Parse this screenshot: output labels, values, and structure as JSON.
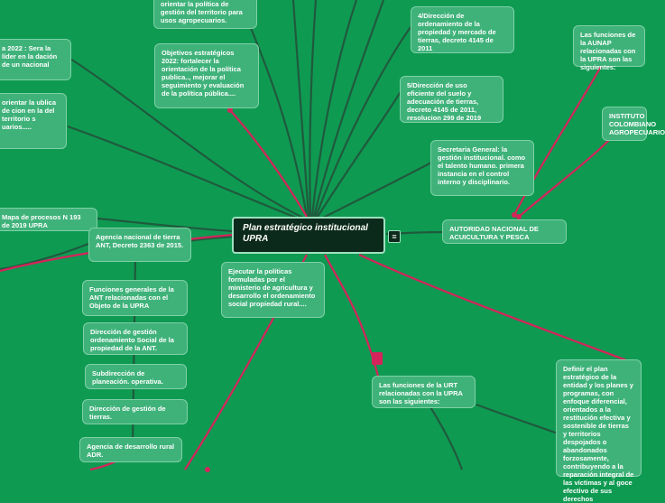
{
  "central": {
    "title": "Plan estratégico institucional UPRA"
  },
  "nodes": {
    "orientar_politica": "orientar la política de gestión del territorio para usos agropecuarios.",
    "objetivos_2022": "Objetivos estratégicos 2022: fortalecer la orientación de la política publica.., mejorar el seguimiento y evaluación de la política pública....",
    "dir4": "4/Dirección de ordenamiento de la propiedad y mercado de tierras, decreto 4145 de 2011",
    "dir5": "5/Dirección de uso eficiente del suelo y adecuación de tierras, decreto 4145 de 2011, resolucion 299 de 2019",
    "aunap_funciones": "Las funciones de la AUNAP relacionadas con la UPRA son las siguientes:",
    "instituto": "INSTITUTO COLOMBIANO AGROPECUARIO",
    "secretaria": "Secretaria General: la gestión institucional. como el talento humano. primera instancia en el control interno y disciplinario.",
    "autoridad": "AUTORIDAD NACIONAL DE ACUICULTURA Y PESCA",
    "vision_2022": "a 2022 : Sera la líder en la dación de un nacional",
    "orientar_left": "orientar la ublica de cion en la del territorio s uarios.....",
    "mapa_procesos": "Mapa de procesos N 193 de 2019 UPRA",
    "ant": "Agencia nacional de tierra ANT, Decreto 2363 de 2015.",
    "ejecutar": "Ejecutar la políticas formuladas por el ministerio de agricultura y desarrollo el ordenamiento social propiedad rural....",
    "funciones_ant": "Funciones generales de la ANT relacionadas con el Objeto de la UPRA",
    "dir_gestion_social": "Dirección de gestión ordenamiento Social de la propiedad de la ANT.",
    "subdireccion": "Subdirección de planeación. operativa.",
    "dir_gestion_tierras": "Dirección de gestión de tierras.",
    "adr": "Agencia de desarrollo rural ADR.",
    "urt_funciones": "Las funciones de la URT relacionadas con la UPRA son las siguientes:",
    "definir_plan": "Definir el plan estratégico de la entidad y los planes y programas, con enfoque diferencial, orientados a la restitución efectiva y sostenible de tierras y territorios despojados o abandonados forzosamente, contribuyendo a la reparación integral de las víctimas y al goce efectivo de sus derechos"
  },
  "colors": {
    "background": "#0f9a52",
    "node": "#3fb27a",
    "central": "#0c2a1b",
    "dark_line": "#1f5a3d",
    "pink_line": "#d4245b"
  },
  "icons": {
    "menu": "menu-icon",
    "marker": "square-marker"
  }
}
